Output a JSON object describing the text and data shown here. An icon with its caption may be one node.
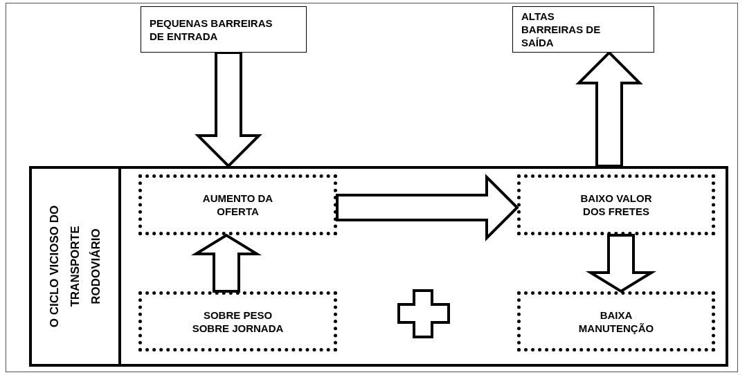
{
  "diagram": {
    "nodes": [
      {
        "text": [
          "PEQUENAS BARREIRAS DE ENTRADA"
        ]
      },
      {
        "text": [
          "ALTAS BARREIRAS DE SAÍDA"
        ]
      },
      {
        "text": [
          "O CICLO VICIOSO DO TRANSPORTE RODOVIÁRIO"
        ]
      },
      {
        "text": [
          "AUMENTO DA OFERTA"
        ],
        "in": 2
      },
      {
        "text": [
          "BAIXO VALOR DOS FRETES"
        ],
        "in": 2
      },
      {
        "text": [
          "SOBRE PESO SOBRE JORNADA"
        ],
        "in": 2
      },
      {
        "text": [
          "BAIXA MANUTENÇÃO"
        ],
        "in": 2
      }
    ],
    "edges": [
      {
        "from": 0,
        "to": 2,
        "arrow": "to"
      },
      {
        "from": 2,
        "to": 1,
        "arrow": "to"
      },
      {
        "from": 5,
        "to": 3,
        "arrow": "to"
      },
      {
        "from": 3,
        "to": 4,
        "arrow": "to"
      },
      {
        "from": 4,
        "to": 6,
        "arrow": "to"
      }
    ]
  }
}
